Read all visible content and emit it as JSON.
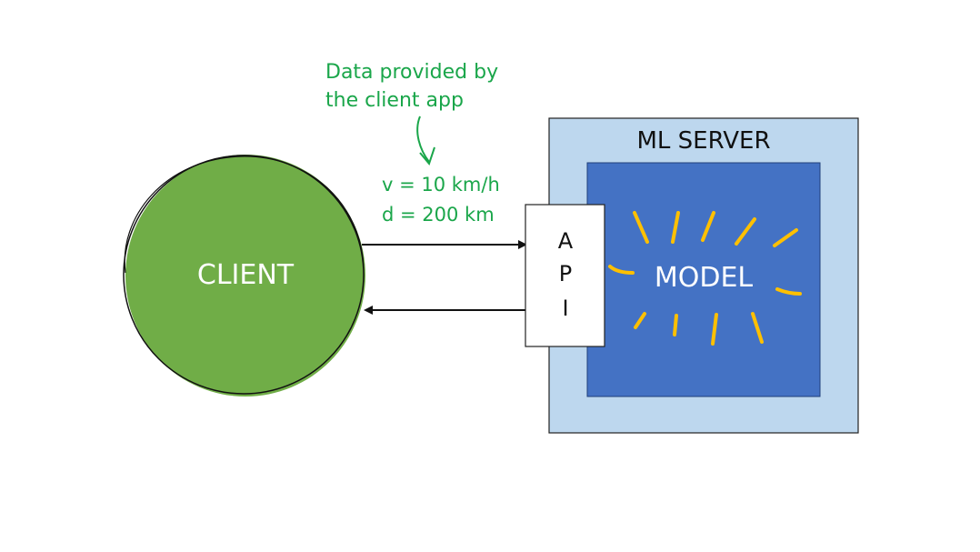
{
  "annotation": {
    "lines": [
      "Data provided by",
      "the client app"
    ],
    "color": "#1aa64a"
  },
  "inputs": {
    "lines": [
      "v = 10 km/h",
      "d = 200 km"
    ],
    "color": "#1aa64a"
  },
  "client": {
    "label": "CLIENT",
    "fill": "#70ad47",
    "text_color": "#ffffff"
  },
  "server": {
    "title": "ML SERVER",
    "outer_fill": "#bdd7ee",
    "inner_fill": "#4472c4"
  },
  "api": {
    "letters": [
      "A",
      "P",
      "I"
    ],
    "fill": "#ffffff"
  },
  "model": {
    "label": "MODEL",
    "text_color": "#ffffff",
    "ray_color": "#ffc000"
  }
}
